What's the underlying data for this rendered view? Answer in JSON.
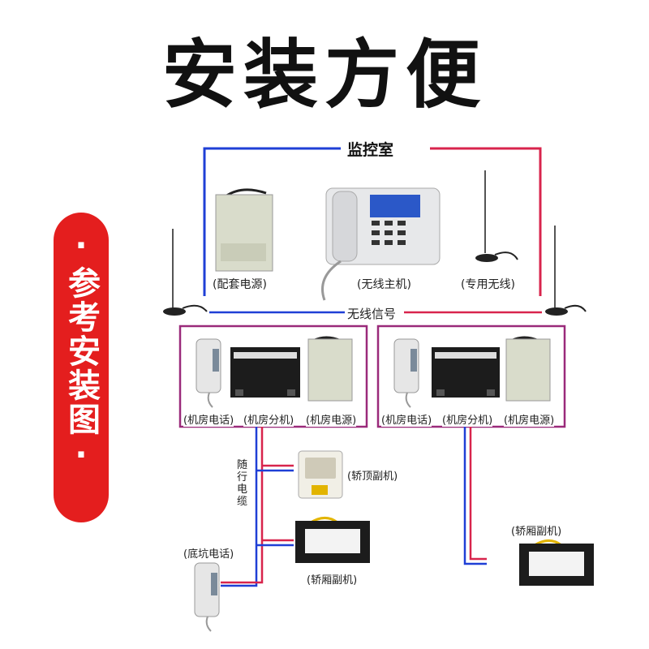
{
  "title": "安装方便",
  "side_label": "参考安装图",
  "monitor_room": "监控室",
  "signal_label": "无线信号",
  "cable_label": "随行电缆",
  "devices": {
    "ups_top": "(配套电源)",
    "host": "(无线主机)",
    "antenna": "(专用无线)",
    "room_phone_1": "(机房电话)",
    "room_ext_1": "(机房分机)",
    "room_power_1": "(机房电源)",
    "room_phone_2": "(机房电话)",
    "room_ext_2": "(机房分机)",
    "room_power_2": "(机房电源)",
    "car_top": "(轿顶副机)",
    "car_1": "(轿厢副机)",
    "car_2": "(轿厢副机)",
    "pit_phone": "(底坑电话)"
  },
  "colors": {
    "accent_red": "#e41e1e",
    "wire_blue": "#1f3fd6",
    "wire_red": "#d8244c",
    "wire_mix": "#9a2a7a"
  }
}
